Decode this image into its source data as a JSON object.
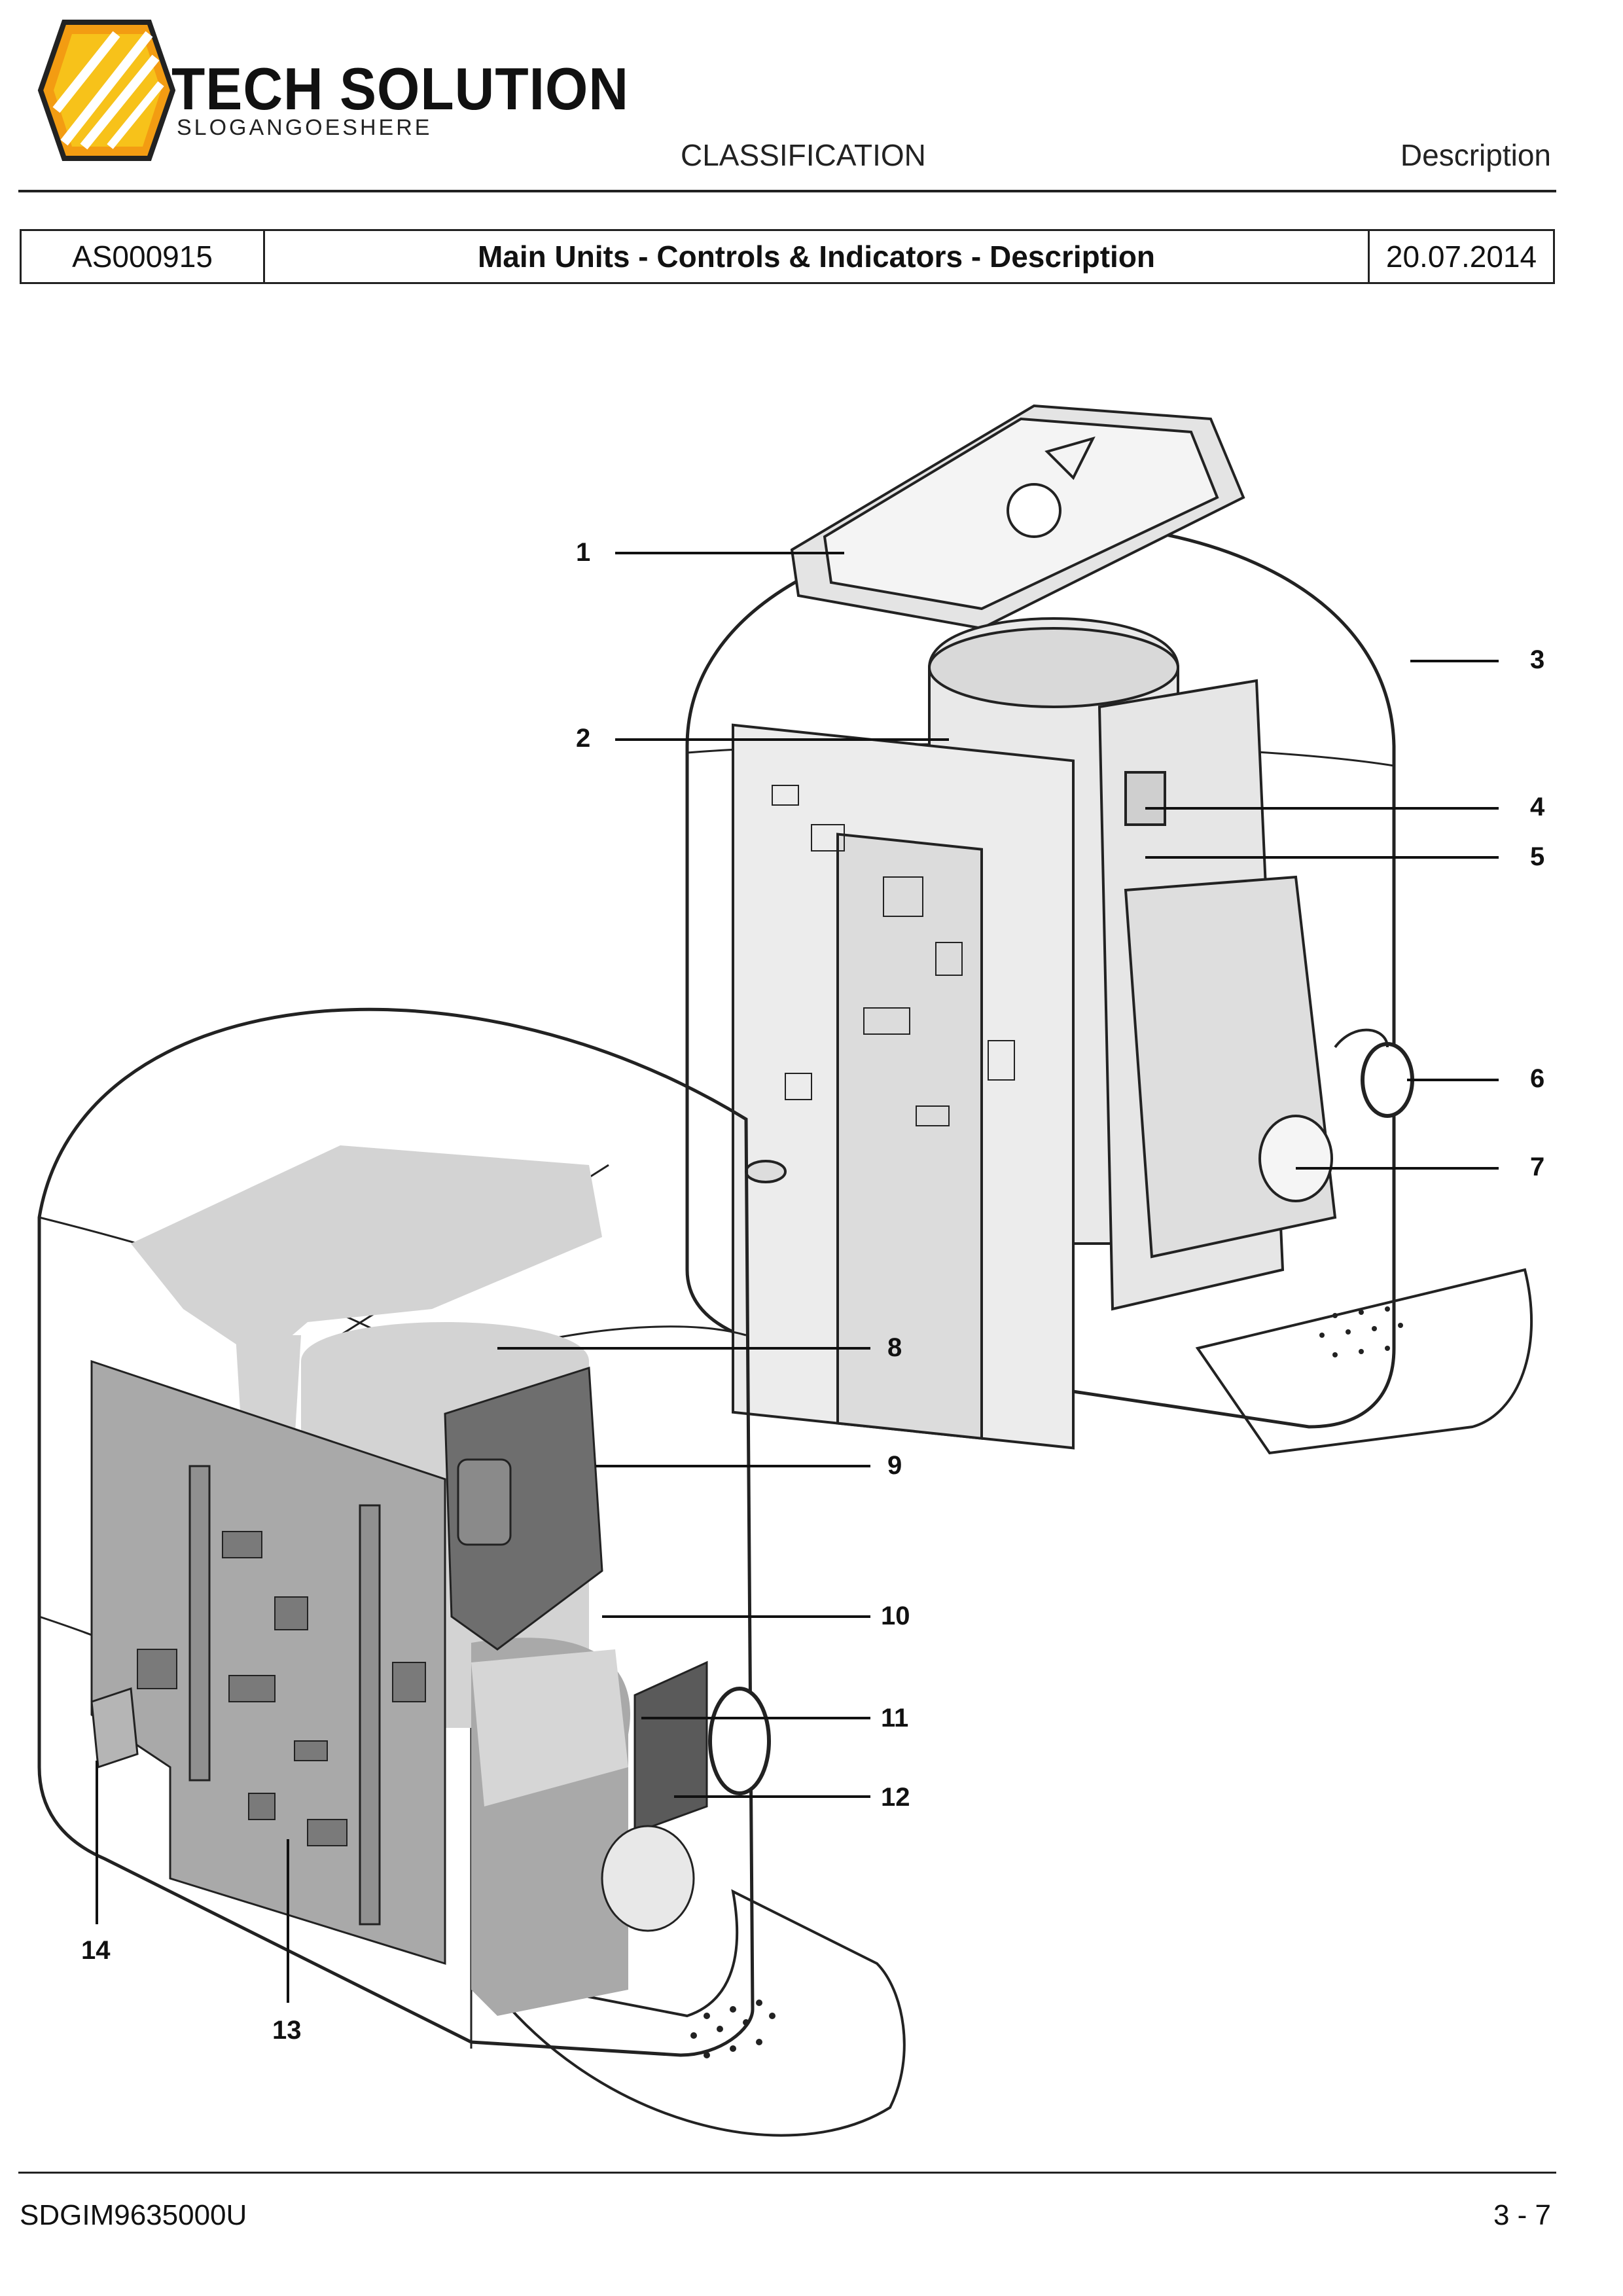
{
  "header": {
    "brand_title": "TECH SOLUTION",
    "brand_slogan": "SLOGANGOESHERE",
    "classification": "CLASSIFICATION",
    "doc_type": "Description"
  },
  "info": {
    "code": "AS000915",
    "title": "Main Units - Controls & Indicators - Description",
    "date": "20.07.2014"
  },
  "callouts": [
    "1",
    "2",
    "3",
    "4",
    "5",
    "6",
    "7",
    "8",
    "9",
    "10",
    "11",
    "12",
    "13",
    "14"
  ],
  "footer": {
    "doc_code": "SDGIM9635000U",
    "page": "3 - 7"
  },
  "colors": {
    "logo_orange": "#f39c12",
    "logo_yellow": "#f7c21a",
    "outline": "#222222",
    "part_gray": "#a9a9a9",
    "dark_gray": "#6e6e6e",
    "ghost_gray": "#d3d3d3"
  }
}
